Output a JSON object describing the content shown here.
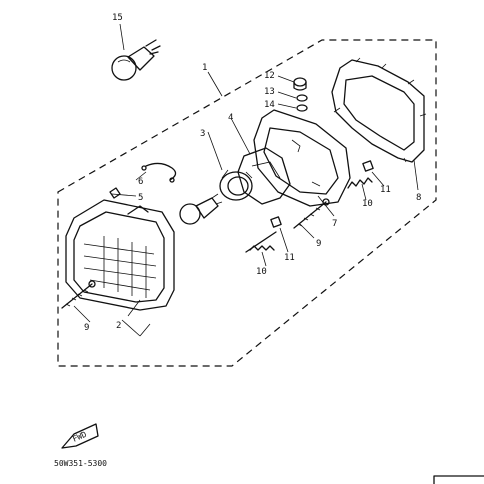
{
  "diagram": {
    "part_labels": {
      "p1": "1",
      "p2": "2",
      "p3": "3",
      "p4": "4",
      "p5": "5",
      "p6": "6",
      "p7": "7",
      "p8": "8",
      "p9a": "9",
      "p9b": "9",
      "p10a": "10",
      "p10b": "10",
      "p11a": "11",
      "p11b": "11",
      "p12": "12",
      "p13": "13",
      "p14": "14",
      "p15": "15"
    },
    "direction_badge": "FWD",
    "drawing_code": "50W351-5300"
  }
}
